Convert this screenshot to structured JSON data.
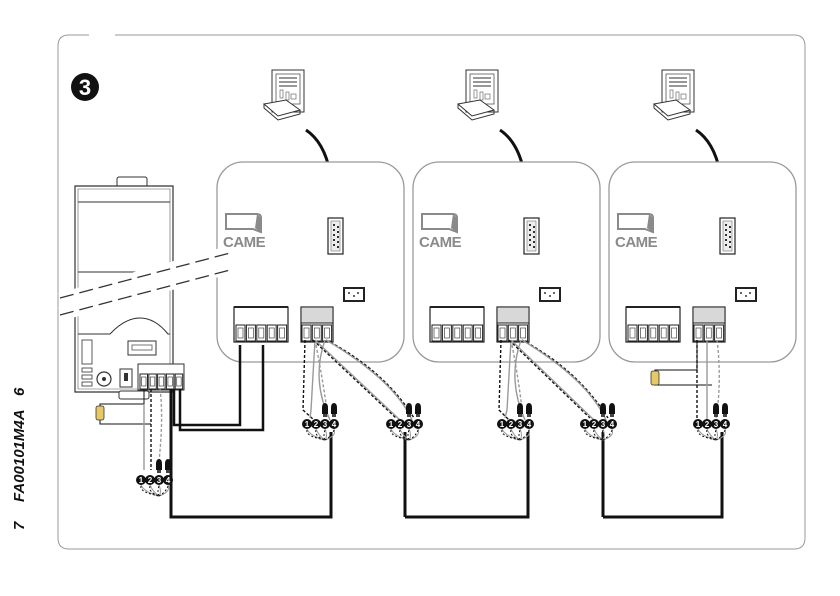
{
  "page": {
    "side_label": {
      "page_left": "7",
      "code": "FA00101M4A",
      "page_right": "6"
    },
    "step_badge": "3"
  },
  "diagram": {
    "brand": "CAME",
    "modules": [
      {
        "id": "module-1",
        "brand_label": "CAME",
        "wire_groups": 2
      },
      {
        "id": "module-2",
        "brand_label": "CAME",
        "wire_groups": 2
      },
      {
        "id": "module-3",
        "brand_label": "CAME",
        "wire_groups": 1,
        "has_resistor": true
      }
    ],
    "connector_terminal_labels": [
      "1",
      "2",
      "3",
      "4"
    ],
    "control_unit": {
      "has_resistor": true
    }
  },
  "colors": {
    "frame": "#9a9a9a",
    "wire_dark": "#111111",
    "wire_grey": "#9a9a9a",
    "brand_grey": "#8a8a8a",
    "resistor": "#e6c866"
  }
}
